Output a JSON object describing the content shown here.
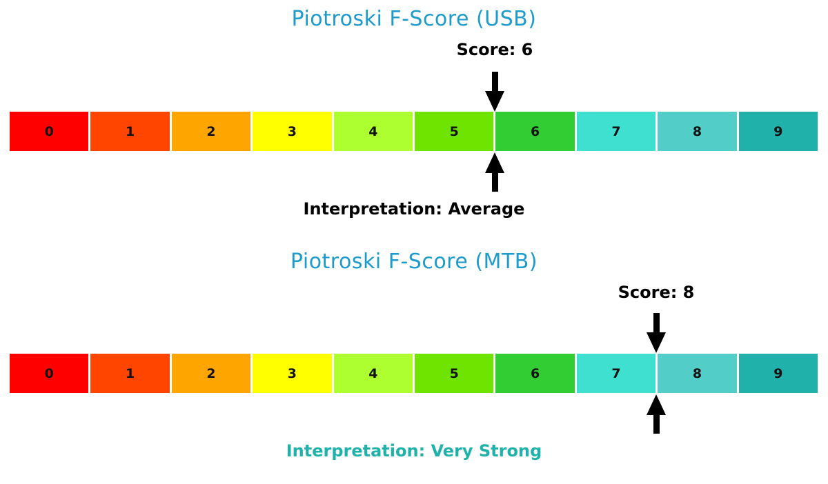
{
  "page": {
    "background_color": "#FFFFFF",
    "accent_title_color": "#1C9BCC"
  },
  "charts": [
    {
      "id": "USB",
      "title": "Piotroski F-Score (USB)",
      "title_color": "#1C9BCC",
      "score_label": "Score: 6",
      "score_value": 6,
      "interpretation_label": "Interpretation: Average",
      "interpretation_color": "#000000",
      "marker_color": "#000000",
      "bar": {
        "range_min": 0,
        "range_max": 10,
        "cells": [
          {
            "label": "0",
            "color": "#FF0000"
          },
          {
            "label": "1",
            "color": "#FF4500"
          },
          {
            "label": "2",
            "color": "#FFA500"
          },
          {
            "label": "3",
            "color": "#FFFF00"
          },
          {
            "label": "4",
            "color": "#ADFF2F"
          },
          {
            "label": "5",
            "color": "#6EE400"
          },
          {
            "label": "6",
            "color": "#32CD32"
          },
          {
            "label": "7",
            "color": "#40E0D0"
          },
          {
            "label": "8",
            "color": "#53CDC8"
          },
          {
            "label": "9",
            "color": "#20B2AA"
          }
        ]
      }
    },
    {
      "id": "MTB",
      "title": "Piotroski F-Score (MTB)",
      "title_color": "#1C9BCC",
      "score_label": "Score: 8",
      "score_value": 8,
      "interpretation_label": "Interpretation: Very Strong",
      "interpretation_color": "#20B2AA",
      "marker_color": "#000000",
      "bar": {
        "range_min": 0,
        "range_max": 10,
        "cells": [
          {
            "label": "0",
            "color": "#FF0000"
          },
          {
            "label": "1",
            "color": "#FF4500"
          },
          {
            "label": "2",
            "color": "#FFA500"
          },
          {
            "label": "3",
            "color": "#FFFF00"
          },
          {
            "label": "4",
            "color": "#ADFF2F"
          },
          {
            "label": "5",
            "color": "#6EE400"
          },
          {
            "label": "6",
            "color": "#32CD32"
          },
          {
            "label": "7",
            "color": "#40E0D0"
          },
          {
            "label": "8",
            "color": "#53CDC8"
          },
          {
            "label": "9",
            "color": "#20B2AA"
          }
        ]
      }
    }
  ],
  "chart_data": [
    {
      "type": "bar",
      "subtype": "score-band-gauge",
      "title": "Piotroski F-Score (USB)",
      "categories": [
        "0",
        "1",
        "2",
        "3",
        "4",
        "5",
        "6",
        "7",
        "8",
        "9"
      ],
      "values": [
        1,
        1,
        1,
        1,
        1,
        1,
        1,
        1,
        1,
        1
      ],
      "cell_colors": [
        "#FF0000",
        "#FF4500",
        "#FFA500",
        "#FFFF00",
        "#ADFF2F",
        "#6EE400",
        "#32CD32",
        "#40E0D0",
        "#53CDC8",
        "#20B2AA"
      ],
      "score": 6,
      "score_annotation": "Score: 6",
      "interpretation_annotation": "Interpretation: Average",
      "marker_x": 6,
      "xlim": [
        0,
        10
      ],
      "grid": false,
      "legend": "none"
    },
    {
      "type": "bar",
      "subtype": "score-band-gauge",
      "title": "Piotroski F-Score (MTB)",
      "categories": [
        "0",
        "1",
        "2",
        "3",
        "4",
        "5",
        "6",
        "7",
        "8",
        "9"
      ],
      "values": [
        1,
        1,
        1,
        1,
        1,
        1,
        1,
        1,
        1,
        1
      ],
      "cell_colors": [
        "#FF0000",
        "#FF4500",
        "#FFA500",
        "#FFFF00",
        "#ADFF2F",
        "#6EE400",
        "#32CD32",
        "#40E0D0",
        "#53CDC8",
        "#20B2AA"
      ],
      "score": 8,
      "score_annotation": "Score: 8",
      "interpretation_annotation": "Interpretation: Very Strong",
      "marker_x": 8,
      "xlim": [
        0,
        10
      ],
      "grid": false,
      "legend": "none"
    }
  ]
}
